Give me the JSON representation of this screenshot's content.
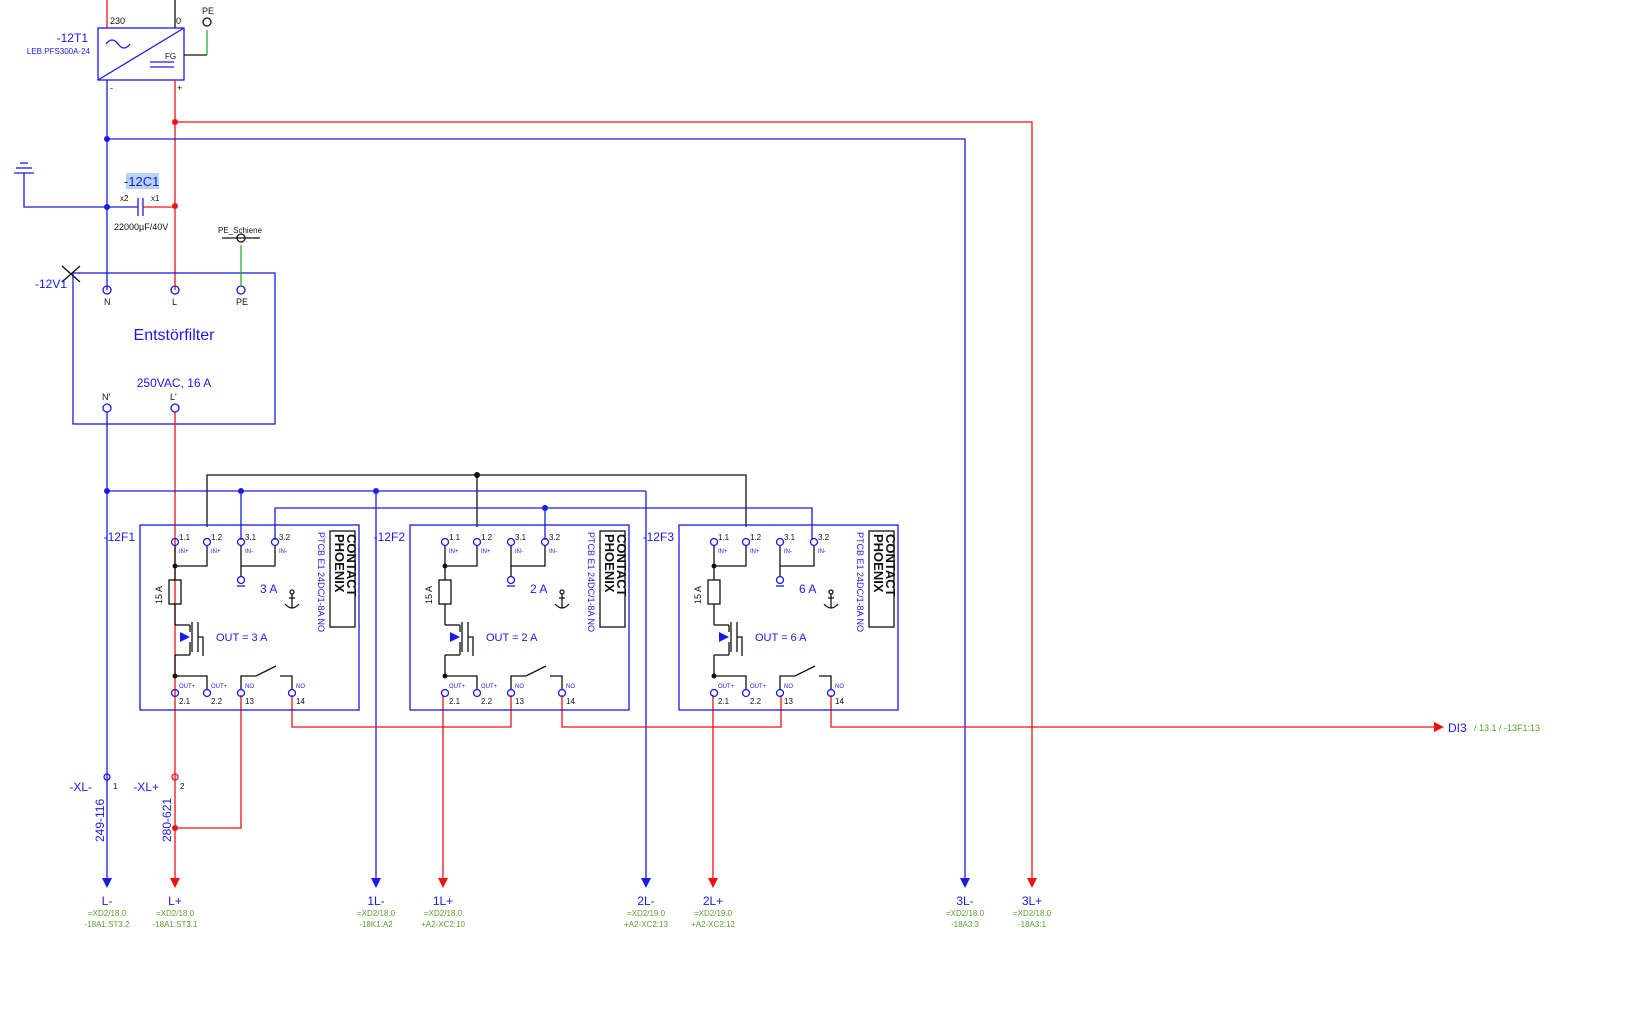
{
  "transformer": {
    "tag": "-12T1",
    "part": "LEB.PFS300A-24",
    "term_in_230": "230",
    "term_in_0": "0",
    "term_fg": "FG",
    "term_minus": "-",
    "term_plus": "+",
    "pe_label": "PE"
  },
  "capacitor": {
    "tag": "-12C1",
    "term_x2": "x2",
    "term_x1": "x1",
    "value": "22000µF/40V"
  },
  "filter": {
    "tag": "-12V1",
    "title": "Entstörfilter",
    "rating": "250VAC, 16 A",
    "pe_bar": "PE_Schiene",
    "terms": [
      "N",
      "L",
      "PE",
      "N'",
      "L'"
    ]
  },
  "breakers": [
    {
      "tag": "-12F1",
      "current": "3 A",
      "out_label": "OUT = 3 A",
      "part": "PTCB E1 24DC/1-8A NO",
      "fuse": "15 A"
    },
    {
      "tag": "-12F2",
      "current": "2 A",
      "out_label": "OUT = 2 A",
      "part": "PTCB E1 24DC/1-8A NO",
      "fuse": "15 A"
    },
    {
      "tag": "-12F3",
      "current": "6 A",
      "out_label": "OUT = 6 A",
      "part": "PTCB E1 24DC/1-8A NO",
      "fuse": "15 A"
    }
  ],
  "breaker_terms": {
    "t11": "1.1",
    "t12": "1.2",
    "t31": "3.1",
    "t32": "3.2",
    "inp": "IN+",
    "inm": "IN-",
    "outp": "OUT+",
    "no": "NO",
    "t21": "2.1",
    "t22": "2.2",
    "t13": "13",
    "t14": "14",
    "brand1": "PHOENIX",
    "brand2": "CONTACT"
  },
  "terminals": {
    "xl_minus": {
      "tag": "-XL-",
      "num": "1",
      "wire": "249-116"
    },
    "xl_plus": {
      "tag": "-XL+",
      "num": "2",
      "wire": "280-621"
    }
  },
  "di3": {
    "label": "DI3",
    "ref": "/ 13.1 / -13F1:13"
  },
  "outputs": [
    {
      "name": "L-",
      "ref1": "=XD2/18.0",
      "ref2": "-18A1:ST3.2",
      "color": "blue"
    },
    {
      "name": "L+",
      "ref1": "=XD2/18.0",
      "ref2": "-18A1:ST3.1",
      "color": "red"
    },
    {
      "name": "1L-",
      "ref1": "=XD2/18.0",
      "ref2": "-18K1:A2",
      "color": "blue"
    },
    {
      "name": "1L+",
      "ref1": "=XD2/18.0",
      "ref2": "+A2-XC2:10",
      "color": "red"
    },
    {
      "name": "2L-",
      "ref1": "=XD2/19.0",
      "ref2": "+A2-XC2:13",
      "color": "blue"
    },
    {
      "name": "2L+",
      "ref1": "=XD2/19.0",
      "ref2": "+A2-XC2:12",
      "color": "red"
    },
    {
      "name": "3L-",
      "ref1": "=XD2/18.0",
      "ref2": "-18A3:3",
      "color": "blue"
    },
    {
      "name": "3L+",
      "ref1": "=XD2/18.0",
      "ref2": "-18A3:1",
      "color": "red"
    }
  ],
  "colors": {
    "blue": "#1a1ae6",
    "red": "#ee1111",
    "black": "#111111",
    "green": "#5aa02a"
  }
}
